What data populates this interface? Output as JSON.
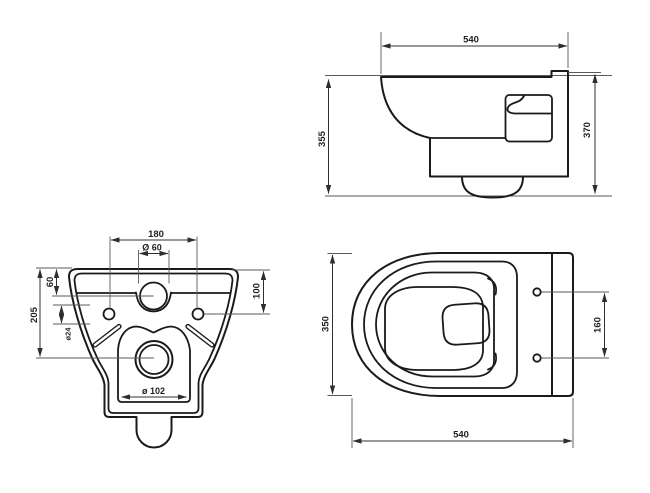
{
  "colors": {
    "background": "#ffffff",
    "object_line": "#1a1a1a",
    "dimension_line": "#303030",
    "label_text": "#1f1f1f"
  },
  "side_view": {
    "width_top": "540",
    "height_front": "355",
    "height_back": "370"
  },
  "rear_view": {
    "fixing_hole_spacing": "180",
    "inlet_diameter": "Ø 60",
    "inlet_drop": "60",
    "overall_height": "205",
    "fixing_hole_drop": "100",
    "fixing_hole_diameter": "ø24",
    "outlet_diameter": "ø 102"
  },
  "top_view": {
    "depth": "350",
    "fixing_hole_spacing": "160",
    "width": "540"
  }
}
